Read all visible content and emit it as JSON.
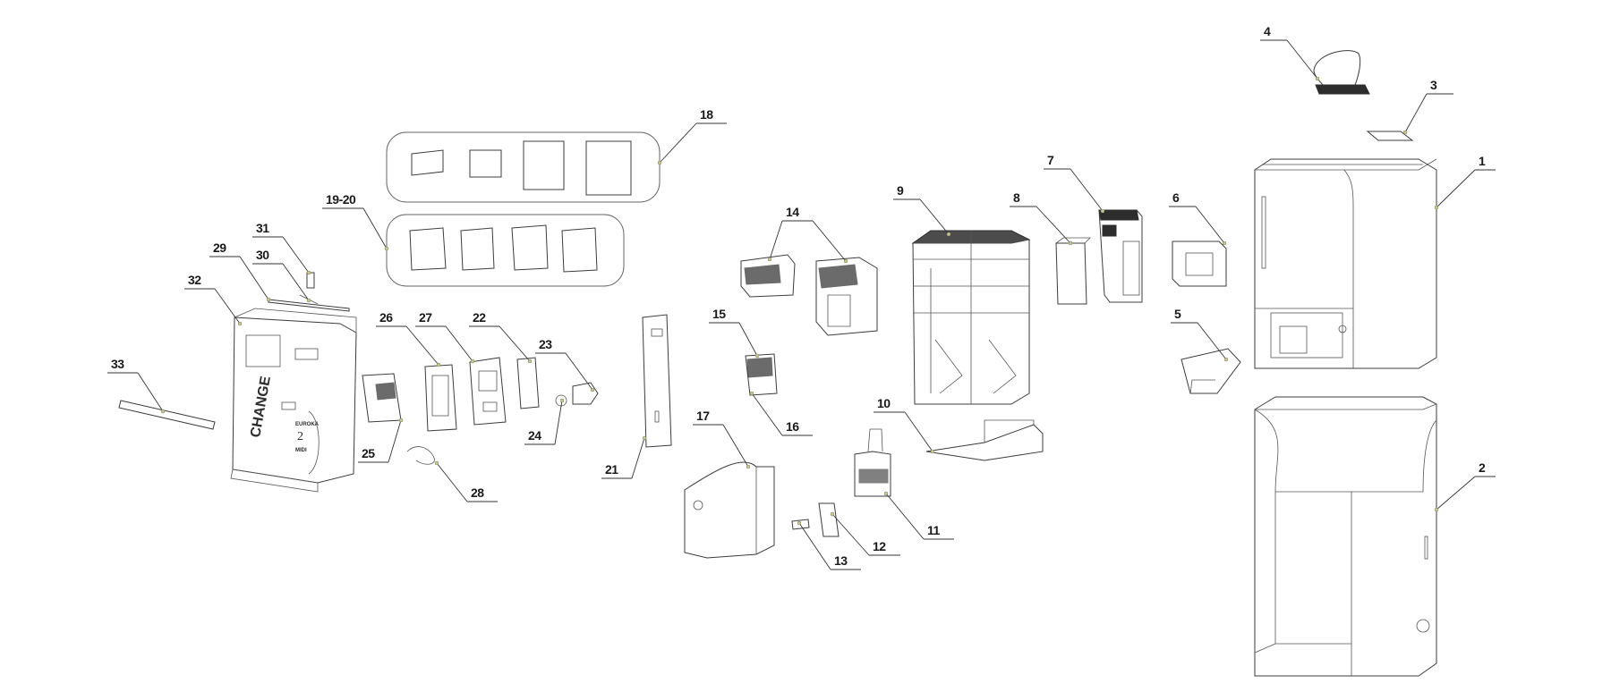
{
  "callouts": [
    "1",
    "2",
    "3",
    "4",
    "5",
    "6",
    "7",
    "8",
    "9",
    "10",
    "11",
    "12",
    "13",
    "14",
    "15",
    "16",
    "17",
    "18",
    "19-20",
    "21",
    "22",
    "23",
    "24",
    "25",
    "26",
    "27",
    "28",
    "29",
    "30",
    "31",
    "32",
    "33"
  ],
  "panel_text": {
    "change": "CHANGE",
    "brand": "EUROKA",
    "model_number": "2",
    "model_name": "MIDI"
  },
  "colors": {
    "line": "#3c3c3c",
    "dark_fill": "#2d2d2d",
    "anchor_dot": "#c9c98a"
  }
}
